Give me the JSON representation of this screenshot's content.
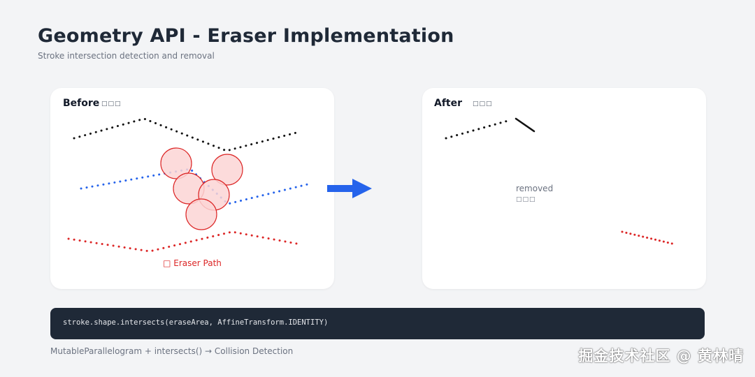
{
  "header": {
    "title": "Geometry API - Eraser Implementation",
    "subtitle": "Stroke intersection detection and removal"
  },
  "before_panel": {
    "title": "Before",
    "tag": "□□□",
    "eraser_label": "□ Eraser Path"
  },
  "after_panel": {
    "title": "After",
    "tag": "□□□",
    "removed_label": "removed",
    "removed_tag": "□□□"
  },
  "code": {
    "snippet": "stroke.shape.intersects(eraseArea, AffineTransform.IDENTITY)"
  },
  "footer": {
    "text": "MutableParallelogram + intersects() → Collision Detection"
  },
  "watermark": {
    "text": "掘金技术社区 @ 黄林晴"
  },
  "colors": {
    "stroke_black": "#111111",
    "stroke_blue": "#2563eb",
    "stroke_red": "#dc2626",
    "eraser_fill": "#fcd5d5",
    "eraser_stroke": "#dc2626",
    "arrow": "#2563eb",
    "code_bg": "#1f2937"
  }
}
